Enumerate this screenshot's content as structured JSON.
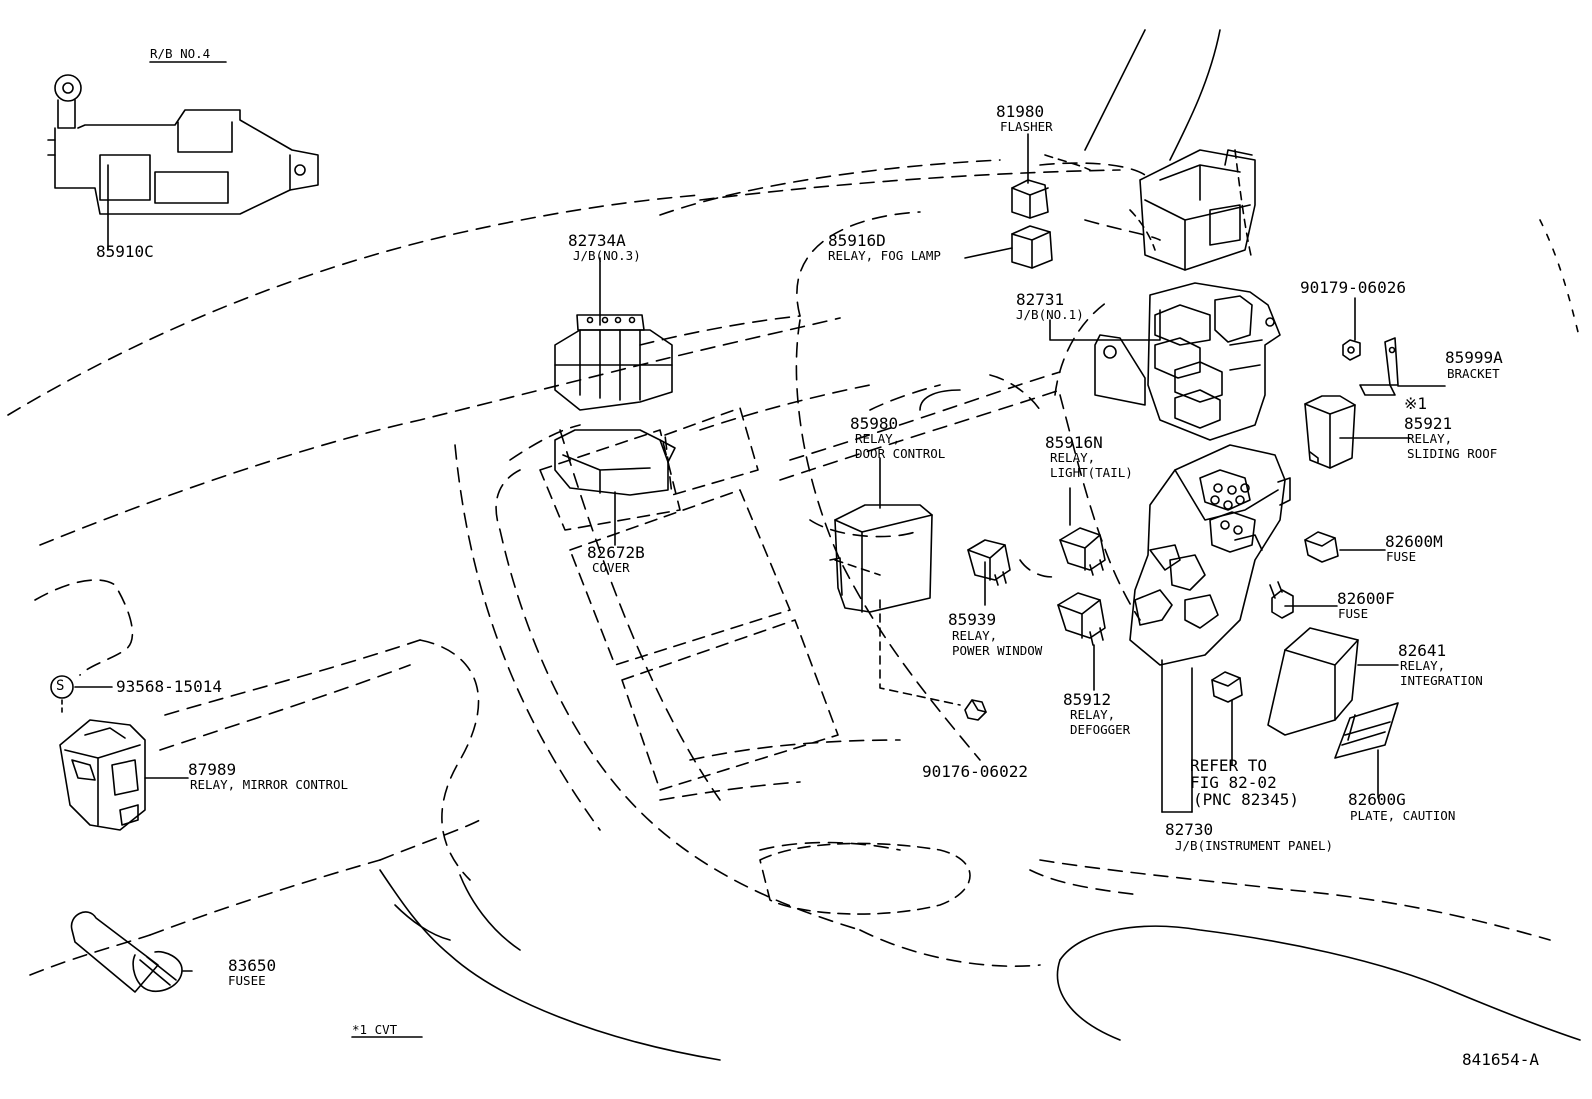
{
  "header": {
    "rb_title": "R/B NO.4"
  },
  "footer": {
    "cvt_note": "*1 CVT",
    "figure_number": "841654-A"
  },
  "callouts": {
    "c85910c": {
      "part": "85910C"
    },
    "c82734a": {
      "part": "82734A",
      "desc": "J/B(NO.3)"
    },
    "c82672b": {
      "part": "82672B",
      "desc": "COVER"
    },
    "c81980": {
      "part": "81980",
      "desc": "FLASHER"
    },
    "c85916d": {
      "part": "85916D",
      "desc": "RELAY, FOG LAMP"
    },
    "c82731": {
      "part": "82731",
      "desc": "J/B(NO.1)"
    },
    "c90179": {
      "part": "90179-06026"
    },
    "c85999a": {
      "part": "85999A",
      "desc": "BRACKET"
    },
    "c85921": {
      "note": "※1",
      "part": "85921",
      "desc1": "RELAY,",
      "desc2": "SLIDING ROOF"
    },
    "c85980": {
      "part": "85980",
      "desc1": "RELAY,",
      "desc2": "DOOR CONTROL"
    },
    "c85916n": {
      "part": "85916N",
      "desc1": "RELAY,",
      "desc2": "LIGHT(TAIL)"
    },
    "c82600m": {
      "part": "82600M",
      "desc": "FUSE"
    },
    "c82600f": {
      "part": "82600F",
      "desc": "FUSE"
    },
    "c82641": {
      "part": "82641",
      "desc1": "RELAY,",
      "desc2": "INTEGRATION"
    },
    "c85939": {
      "part": "85939",
      "desc1": "RELAY,",
      "desc2": "POWER WINDOW"
    },
    "c85912": {
      "part": "85912",
      "desc1": "RELAY,",
      "desc2": "DEFOGGER"
    },
    "c93568": {
      "symbol": "S",
      "part": "93568-15014"
    },
    "c87989": {
      "part": "87989",
      "desc": "RELAY, MIRROR CONTROL"
    },
    "c90176": {
      "part": "90176-06022"
    },
    "crefer": {
      "line1": "REFER TO",
      "line2": "FIG 82-02",
      "line3": "(PNC 82345)"
    },
    "c82600g": {
      "part": "82600G",
      "desc": "PLATE, CAUTION"
    },
    "c82730": {
      "part": "82730",
      "desc": "J/B(INSTRUMENT PANEL)"
    },
    "c83650": {
      "part": "83650",
      "desc": "FUSEE"
    }
  }
}
